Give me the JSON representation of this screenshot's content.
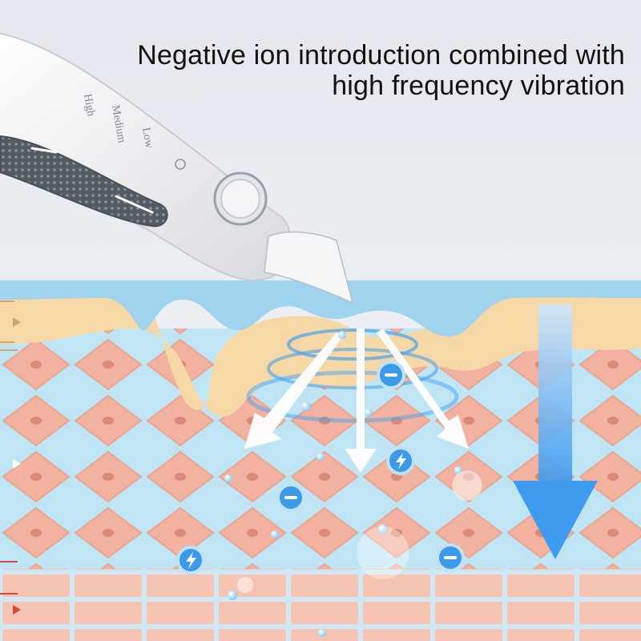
{
  "headline": {
    "line1": "Negative ion introduction combined with",
    "line2": "high frequency vibration"
  },
  "device": {
    "levels": [
      "High",
      "Medium",
      "Low"
    ]
  },
  "colors": {
    "background": "#eef1f5",
    "water": "#9fd3ee",
    "epidermis": "#f6d7a6",
    "skin_cells": "#f2b29f",
    "cell_nucleus": "#d98a78",
    "arrow_blue": "#4aa3ef",
    "ion_badge": "#3d9ae8"
  },
  "icons": [
    "minus-ion-icon",
    "lightning-ion-icon",
    "down-arrow-icon",
    "right-pointer-icon"
  ]
}
